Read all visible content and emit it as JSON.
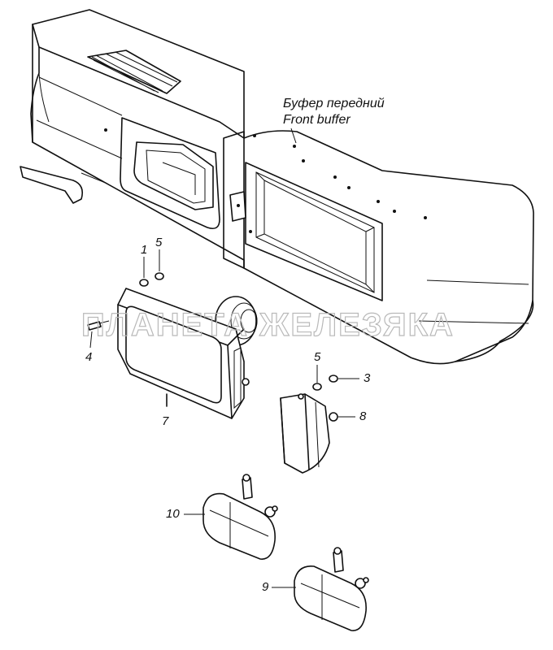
{
  "title": {
    "ru": "Буфер передний",
    "en": "Front buffer"
  },
  "watermark": "ПЛАНЕТА ЖЕЛЕЗЯКА",
  "callouts": {
    "c1": "1",
    "c5a": "5",
    "c4": "4",
    "c7": "7",
    "c5b": "5",
    "c3": "3",
    "c8": "8",
    "c10": "10",
    "c9": "9"
  },
  "colors": {
    "line": "#111111",
    "background": "#ffffff",
    "watermark": "#b9b9b9"
  }
}
